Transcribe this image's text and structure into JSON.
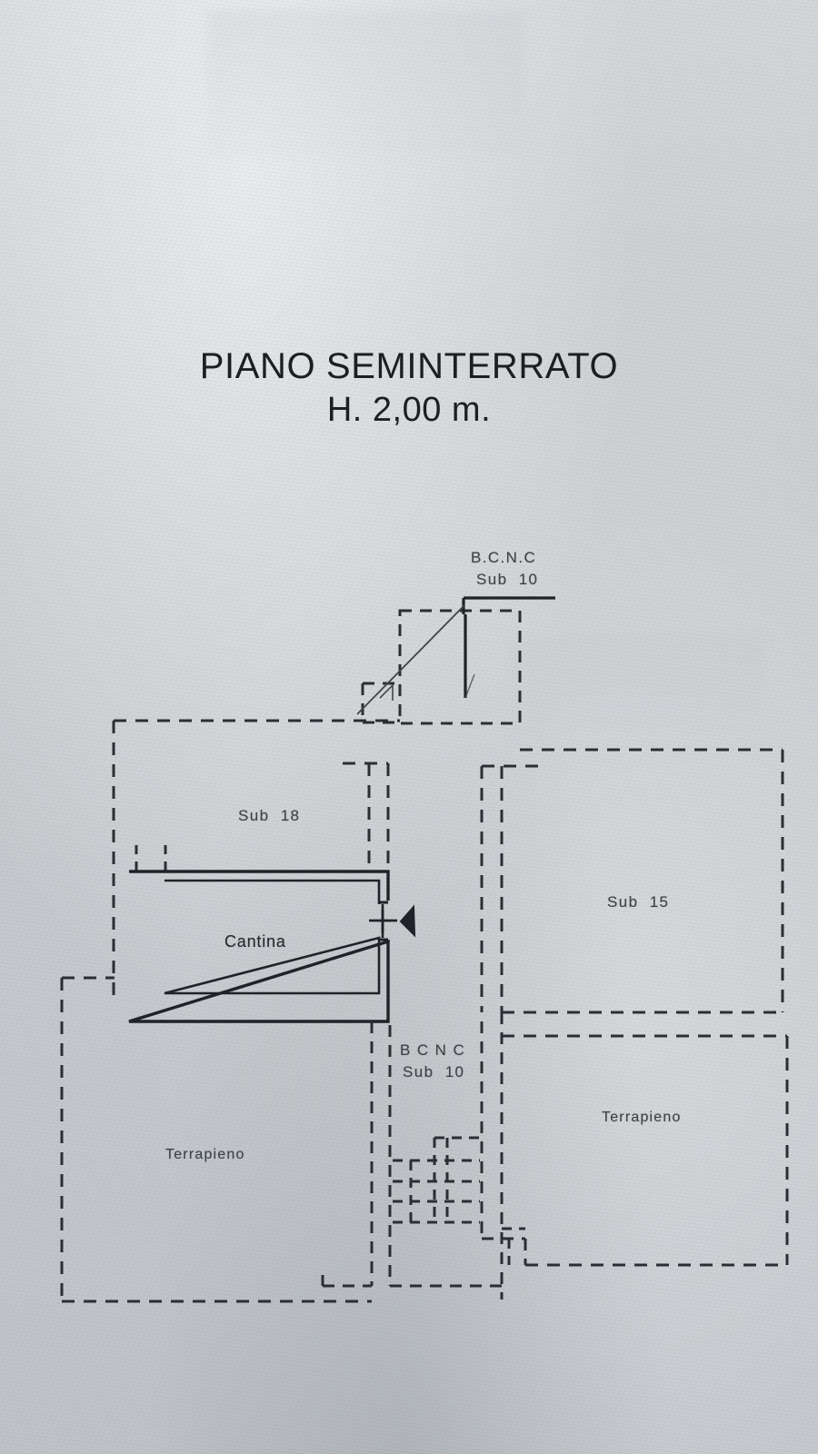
{
  "document": {
    "kind": "architectural-floor-plan",
    "title_line_1": "PIANO SEMINTERRATO",
    "title_line_2": "H. 2,00 m.",
    "paper_color": "#c9cdd0",
    "ink_color": "#23272a"
  },
  "labels": {
    "bcnc_top_line1": "B.C.N.C",
    "bcnc_top_line2": "Sub  10",
    "sub18": "Sub  18",
    "sub15": "Sub  15",
    "cantina": "Cantina",
    "bcnc_mid_line1": "B C N C",
    "bcnc_mid_line2": "Sub  10",
    "terrapieno_left": "Terrapieno",
    "terrapieno_right": "Terrapieno"
  },
  "rooms": [
    {
      "name": "Cantina",
      "kind": "solid-walled-room",
      "label": "Cantina"
    },
    {
      "name": "Sub 18",
      "kind": "dashed-boundary-zone",
      "label": "Sub  18"
    },
    {
      "name": "Sub 15",
      "kind": "dashed-boundary-zone",
      "label": "Sub  15"
    },
    {
      "name": "B.C.N.C Sub 10 upper",
      "kind": "dashed-boundary-zone",
      "label": "B.C.N.C Sub 10"
    },
    {
      "name": "B.C.N.C Sub 10 stairwell",
      "kind": "dashed-boundary-zone",
      "label": "B C N C Sub 10"
    },
    {
      "name": "Terrapieno left",
      "kind": "dashed-boundary-zone",
      "label": "Terrapieno"
    },
    {
      "name": "Terrapieno right",
      "kind": "dashed-boundary-zone",
      "label": "Terrapieno"
    }
  ],
  "symbols": {
    "door_marker": "door-swing-arrow",
    "ramp_marker": "diagonal-ramp-line",
    "stair_marker": "stair-treads"
  }
}
